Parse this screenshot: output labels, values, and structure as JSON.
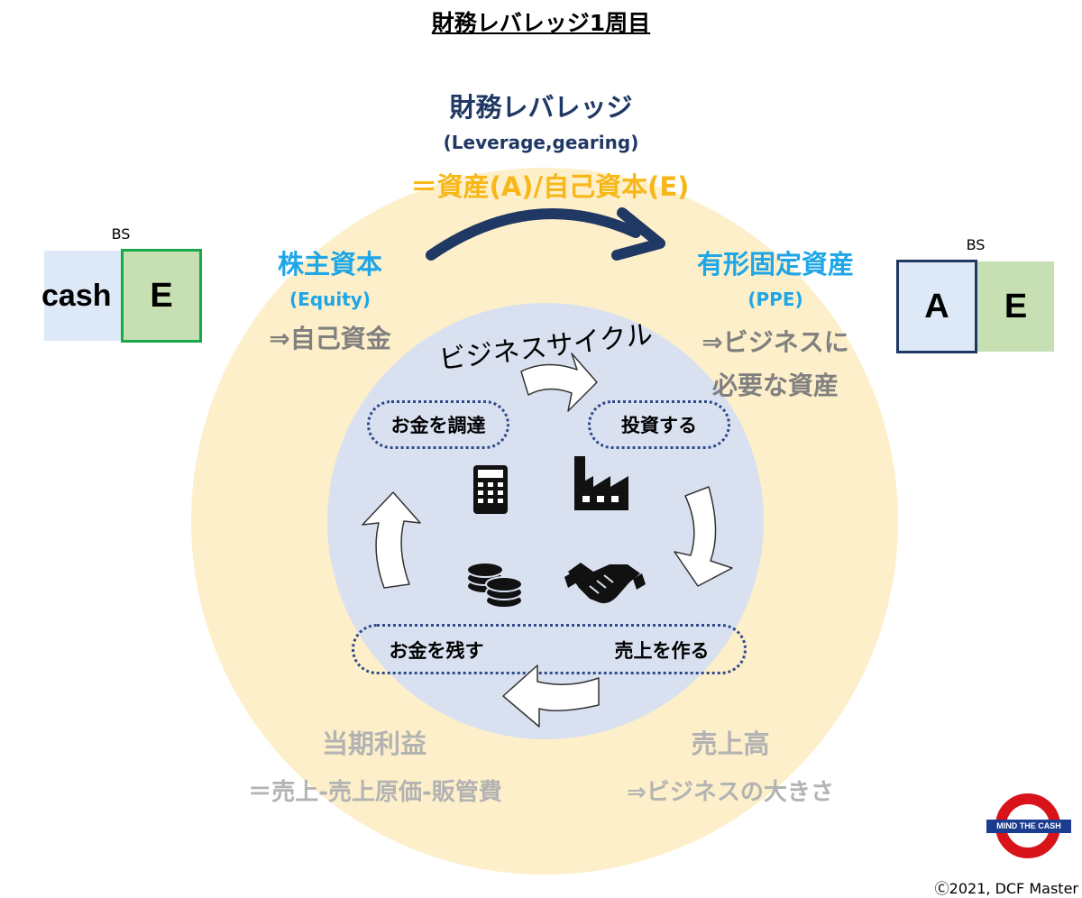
{
  "title": "財務レバレッジ1周目",
  "top": {
    "heading": "財務レバレッジ",
    "english": "(Leverage,gearing)",
    "formula": "＝資産(A)/自己資本(E)"
  },
  "left_label": {
    "heading": "株主資本",
    "english": "(Equity)",
    "desc": "⇒自己資金"
  },
  "right_label": {
    "heading": "有形固定資産",
    "english": "(PPE)",
    "desc1": "⇒ビジネスに",
    "desc2": "必要な資産"
  },
  "bottom_left": {
    "heading": "当期利益",
    "desc": "＝売上-売上原価-販管費"
  },
  "bottom_right": {
    "heading": "売上高",
    "desc": "⇒ビジネスの大きさ"
  },
  "cycle": {
    "title": "ビジネスサイクル",
    "step_raise": "お金を調達",
    "step_invest": "投資する",
    "step_keep": "お金を残す",
    "step_sales": "売上を作る"
  },
  "bs_left": {
    "label": "BS",
    "cash": "cash",
    "equity": "E"
  },
  "bs_right": {
    "label": "BS",
    "asset": "A",
    "equity": "E"
  },
  "logo": {
    "text": "MIND THE CASH"
  },
  "copyright": "Ⓒ2021, DCF Master",
  "colors": {
    "outer_circle": "#fdefc9",
    "inner_circle": "#d9e1f0",
    "navy": "#1f3864",
    "sky": "#1fa6e6",
    "orange": "#f7b718",
    "gray": "#808080",
    "light_gray": "#b3b3b3",
    "green": "#1ca84a",
    "light_green": "#c6e0b4",
    "light_blue": "#dde9f6",
    "logo_red": "#d8141a",
    "logo_blue": "#1c3d8f"
  },
  "icons": [
    "calculator-icon",
    "factory-icon",
    "coins-icon",
    "handshake-icon"
  ]
}
